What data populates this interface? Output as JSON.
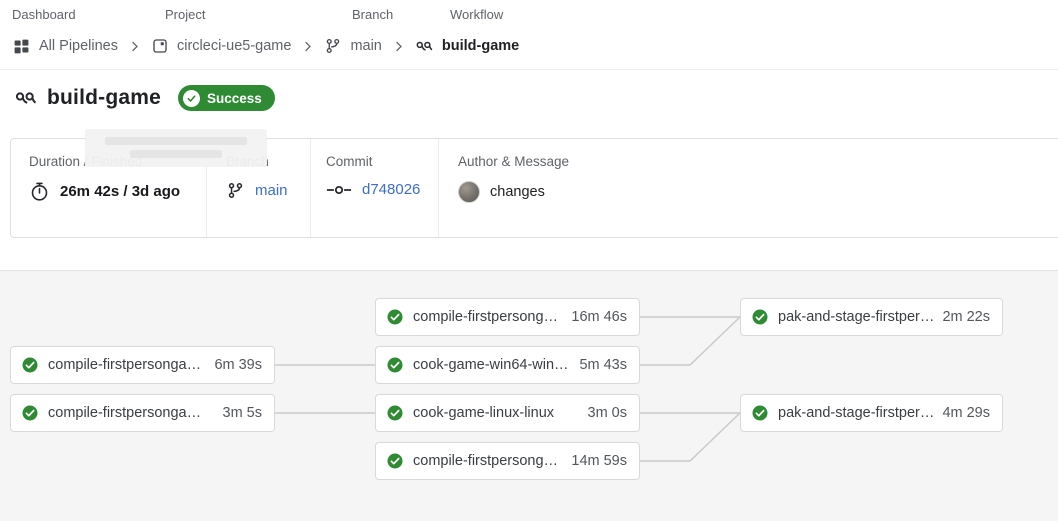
{
  "breadcrumb": {
    "sections": [
      {
        "label": "Dashboard",
        "item": "All Pipelines",
        "icon": "pipelines-grid-icon"
      },
      {
        "label": "Project",
        "item": "circleci-ue5-game",
        "icon": "project-icon"
      },
      {
        "label": "Branch",
        "item": "main",
        "icon": "git-branch-icon"
      },
      {
        "label": "Workflow",
        "item": "build-game",
        "icon": "workflow-icon"
      }
    ]
  },
  "workflow_header": {
    "title": "build-game",
    "status": "Success"
  },
  "summary_card": {
    "columns": [
      {
        "label": "Duration / Finished",
        "value": "26m 42s / 3d ago",
        "icon": "timer-icon"
      },
      {
        "label": "Branch",
        "value": "main",
        "icon": "git-branch-icon"
      },
      {
        "label": "Commit",
        "value": "d748026",
        "icon": "commit-icon"
      },
      {
        "label": "Author & Message",
        "value": "changes",
        "icon": "avatar"
      }
    ]
  },
  "graph": {
    "jobs": [
      {
        "name": "compile-firstpersonga…",
        "duration": "6m 39s",
        "status": "success"
      },
      {
        "name": "compile-firstpersonga…",
        "duration": "3m 5s",
        "status": "success"
      },
      {
        "name": "compile-firstpersong…",
        "duration": "16m 46s",
        "status": "success"
      },
      {
        "name": "cook-game-win64-win…",
        "duration": "5m 43s",
        "status": "success"
      },
      {
        "name": "cook-game-linux-linux",
        "duration": "3m 0s",
        "status": "success"
      },
      {
        "name": "compile-firstpersong…",
        "duration": "14m 59s",
        "status": "success"
      },
      {
        "name": "pak-and-stage-firstper…",
        "duration": "2m 22s",
        "status": "success"
      },
      {
        "name": "pak-and-stage-firstper…",
        "duration": "4m 29s",
        "status": "success"
      }
    ]
  },
  "colors": {
    "success_green": "#2e8b33",
    "link_blue": "#3d6ec9",
    "text_primary": "#202124",
    "text_secondary": "#5f6368",
    "graph_background": "#f5f5f6",
    "card_border": "#d9d9d9",
    "edge_line": "#c9c9c9"
  }
}
